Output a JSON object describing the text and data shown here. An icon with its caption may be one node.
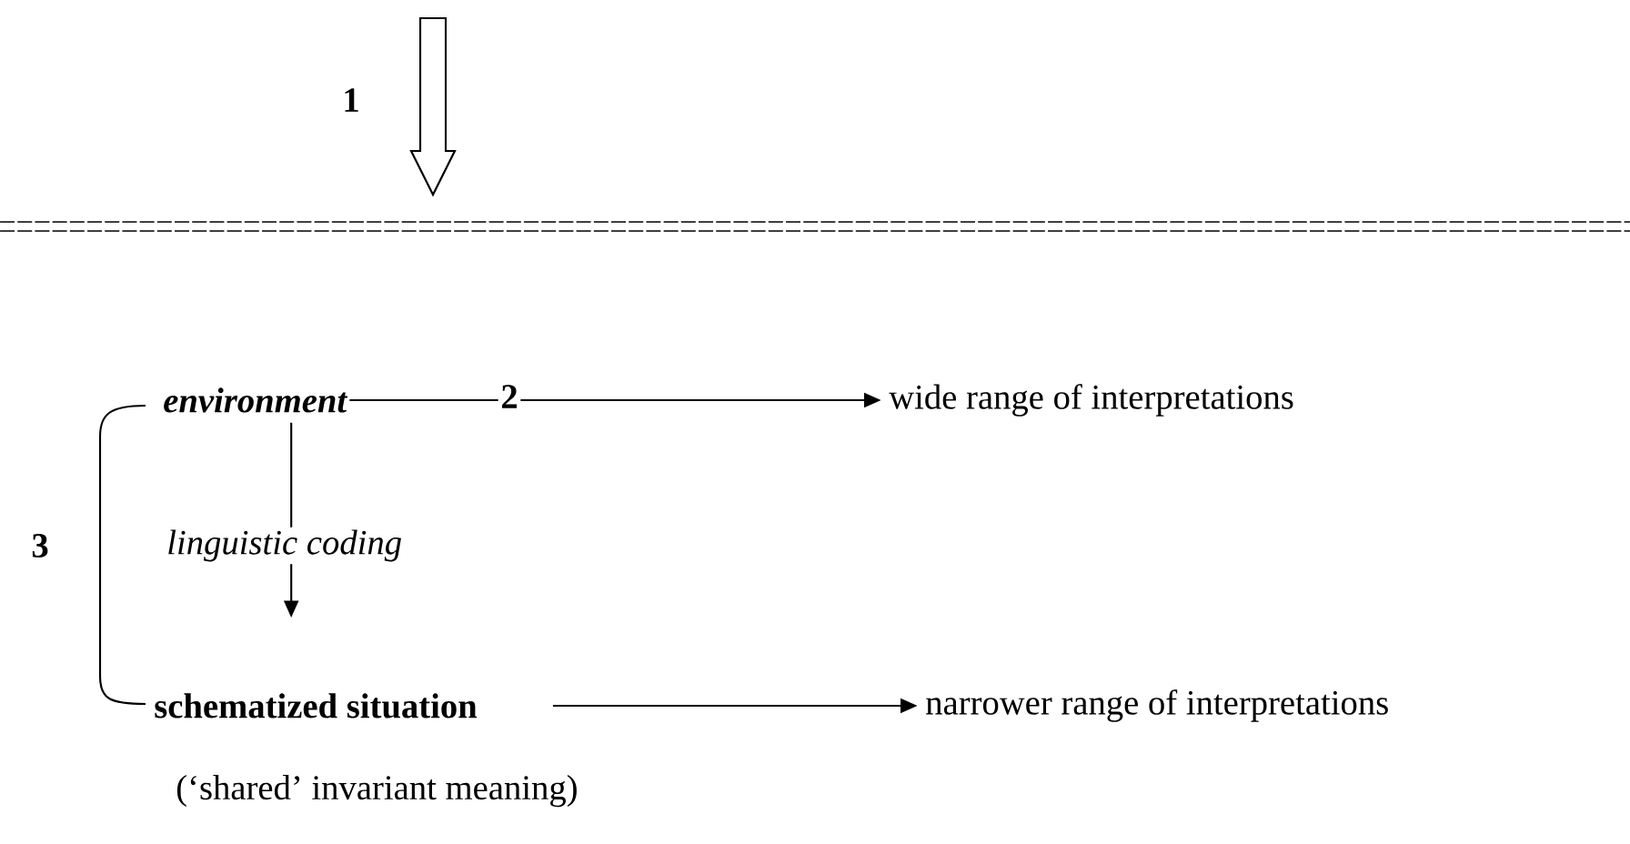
{
  "diagram": {
    "nodes": [
      {
        "text": [
          "environment"
        ]
      },
      {
        "text": [
          "wide range of interpretations"
        ]
      },
      {
        "text": [
          "schematized situation"
        ],
        "beside": [
          "(‘shared’ invariant meaning)"
        ]
      },
      {
        "text": [
          "narrower range of interpretations"
        ]
      }
    ],
    "edges": [
      {
        "from": 0,
        "to": 1,
        "arrow": "to"
      },
      {
        "from": 0,
        "to": 2,
        "arrow": "to",
        "label": "linguistic coding"
      },
      {
        "from": 2,
        "to": 3,
        "arrow": "to"
      }
    ],
    "labels": [
      "1",
      "2",
      "3"
    ]
  }
}
